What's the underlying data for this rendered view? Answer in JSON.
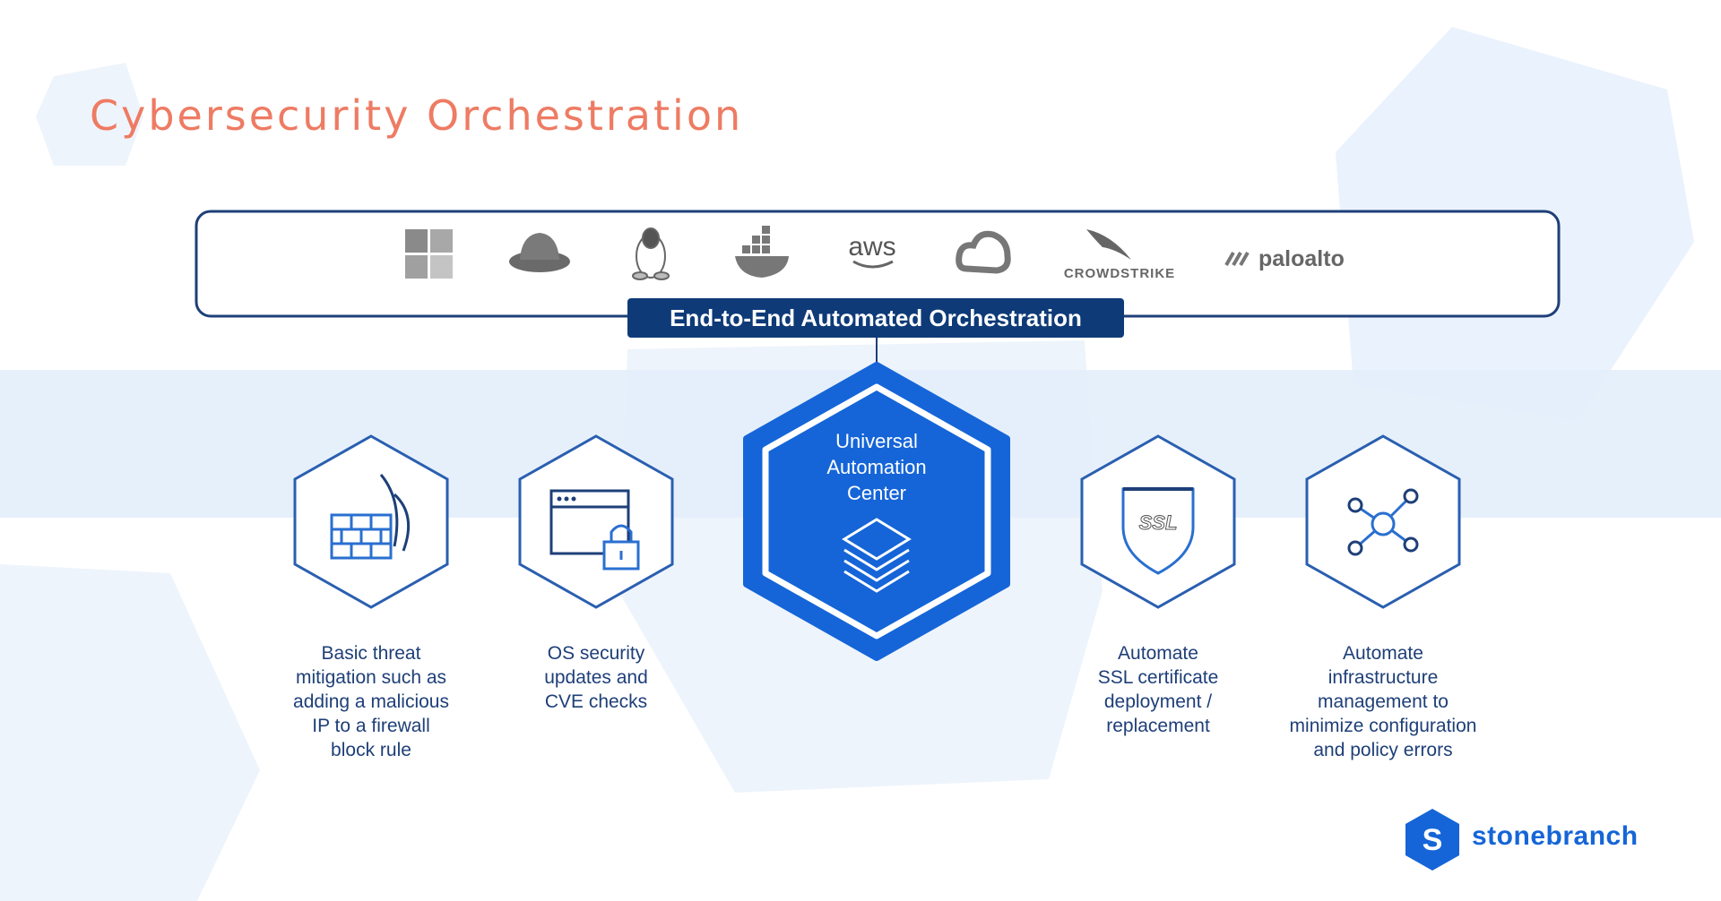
{
  "title": "Cybersecurity Orchestration",
  "platforms": {
    "logos": [
      {
        "icon": "windows-icon"
      },
      {
        "icon": "redhat-icon"
      },
      {
        "icon": "linux-tux-icon"
      },
      {
        "icon": "docker-icon"
      },
      {
        "icon": "aws-icon",
        "text": "aws"
      },
      {
        "icon": "google-cloud-icon"
      },
      {
        "icon": "crowdstrike-icon",
        "text": "CROWDSTRIKE"
      },
      {
        "icon": "paloalto-icon",
        "text": "paloalto"
      }
    ]
  },
  "badge": "End-to-End Automated Orchestration",
  "hub": {
    "line1": "Universal",
    "line2": "Automation",
    "line3": "Center",
    "icon": "layers-icon"
  },
  "capabilities": [
    {
      "icon": "firewall-icon",
      "lines": [
        "Basic threat",
        "mitigation such as",
        "adding a malicious",
        "IP to a firewall",
        "block rule"
      ]
    },
    {
      "icon": "window-lock-icon",
      "lines": [
        "OS security",
        "updates and",
        "CVE checks"
      ]
    },
    {
      "icon": "ssl-shield-icon",
      "icon_text": "SSL",
      "lines": [
        "Automate",
        "SSL certificate",
        "deployment /",
        "replacement"
      ]
    },
    {
      "icon": "network-nodes-icon",
      "lines": [
        "Automate",
        "infrastructure",
        "management to",
        "minimize configuration",
        "and policy errors"
      ]
    }
  ],
  "brand": {
    "name": "stonebranch",
    "mark": "S"
  },
  "colors": {
    "title": "#ee7b63",
    "navy": "#0e3a78",
    "accent": "#1565d8",
    "band": "#e3eefb",
    "icon_outline": "#2a5fb0"
  }
}
